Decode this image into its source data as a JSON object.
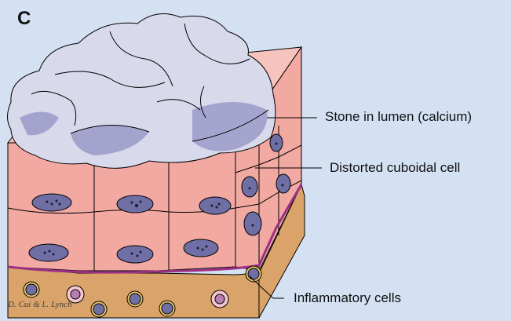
{
  "panel_letter": "C",
  "labels": {
    "stone": "Stone in lumen (calcium)",
    "cuboidal": "Distorted cuboidal cell",
    "inflammatory": "Inflammatory cells"
  },
  "signature": "D. Cui & L. Lynch",
  "colors": {
    "background": "#d3e1f3",
    "cell_pink": "#f2a9a2",
    "cell_top_pink": "#f6c4bc",
    "basement_purple": "#9c2f84",
    "tissue_tan": "#d9a36a",
    "nucleus": "#6f6ea5",
    "stone": "#d9d9ec",
    "stone_shadow": "#9a9ac9"
  }
}
